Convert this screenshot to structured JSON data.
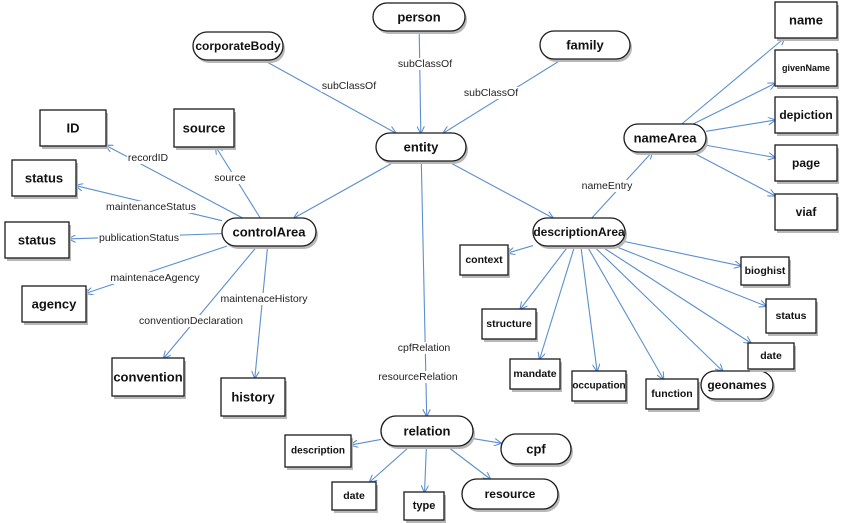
{
  "nodes": {
    "person": "person",
    "family": "family",
    "corporateBody": "corporateBody",
    "entity": "entity",
    "controlArea": "controlArea",
    "descriptionArea": "descriptionArea",
    "nameArea": "nameArea",
    "relation": "relation",
    "id": "ID",
    "source": "source",
    "controlStatus": "status",
    "publicationStatusBox": "status",
    "agency": "agency",
    "convention": "convention",
    "history": "history",
    "name": "name",
    "givenName": "givenName",
    "depiction": "depiction",
    "page": "page",
    "viaf": "viaf",
    "context": "context",
    "structure": "structure",
    "mandate": "mandate",
    "occupation": "occupation",
    "function": "function",
    "geonames": "geonames",
    "bioghist": "bioghist",
    "descStatus": "status",
    "descDate": "date",
    "description": "description",
    "relDate": "date",
    "type": "type",
    "resource": "resource",
    "cpf": "cpf"
  },
  "edge_labels": {
    "subClassOf_person": "subClassOf",
    "subClassOf_corporateBody": "subClassOf",
    "subClassOf_family": "subClassOf",
    "recordID": "recordID",
    "source": "source",
    "maintenanceStatus": "maintenanceStatus",
    "publicationStatus": "publicationStatus",
    "maintenaceAgency": "maintenaceAgency",
    "maintenaceHistory": "maintenaceHistory",
    "conventionDeclaration": "conventionDeclaration",
    "nameEntry": "nameEntry",
    "cpfRelation": "cpfRelation",
    "resourceRelation": "resourceRelation"
  }
}
